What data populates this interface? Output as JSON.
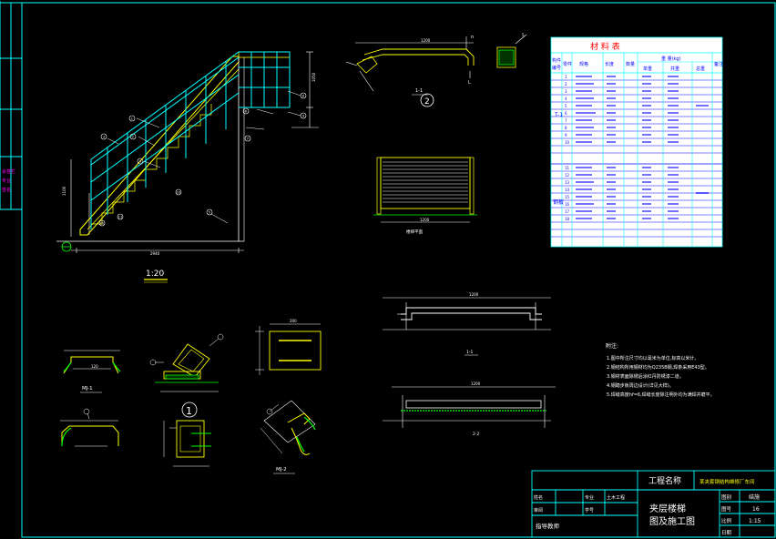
{
  "colors": {
    "background": "#000000",
    "frame": "#00ffff",
    "stair": "#00ffff",
    "dims": "#ffffff",
    "accent": "#ffff00",
    "steel": "#00ff00",
    "table_fill": "#ffffff"
  },
  "stair_elevation": {
    "scale": "1:20",
    "callouts": [
      "1",
      "2",
      "3",
      "4",
      "5",
      "6",
      "7",
      "8",
      "9",
      "10",
      "11",
      "12"
    ]
  },
  "section_1_1_top": {
    "cut_label": "1-1",
    "circle_no": "2"
  },
  "plan": {
    "label": "楼梯平面"
  },
  "details": {
    "mj1": "MJ-1",
    "mj2": "MJ-2",
    "node_circle": "1"
  },
  "beam_sections": {
    "a": "1-1",
    "b": "2-2"
  },
  "material_table": {
    "title": "材 料 表",
    "header_group": "重 量(kg)",
    "group_labels": [
      "T-1",
      "钢板"
    ],
    "row_numbers": [
      "1",
      "2",
      "3",
      "4",
      "5",
      "6",
      "7",
      "8",
      "9",
      "10",
      "11",
      "12",
      "13",
      "14",
      "15",
      "16",
      "17",
      "18"
    ]
  },
  "notes": {
    "title": "附注:",
    "lines": [
      "1.图中所注尺寸均以毫米为单位,标高以米计。",
      "2.钢结构所用钢材均为Q235B钢,焊条采用E43型。",
      "3.钢材表面除锈后涂红丹防锈漆二道。",
      "4.钢踏步板周边设计(详见大样)。",
      "5.焊缝高度hf=6,焊缝长度除注明外均为满焊并磨平。"
    ]
  },
  "title_block": {
    "project_label": "工程名称",
    "project_name": "某夹套钢结构维修厂车间",
    "drawing_title_1": "夹层楼梯",
    "drawing_title_2": "图及施工图",
    "name_label": "姓名",
    "review_label": "审阅",
    "major_label": "专业",
    "major_value": "土木工程",
    "student_id_label": "学号",
    "advisor_label": "指导教师",
    "drawing_type_label": "图别",
    "drawing_type_value": "结施",
    "sheet_no_label": "图号",
    "sheet_no_value": "16",
    "scale_label": "比例",
    "scale_value": "1:15",
    "date_label": "日期",
    "date_value": ""
  }
}
